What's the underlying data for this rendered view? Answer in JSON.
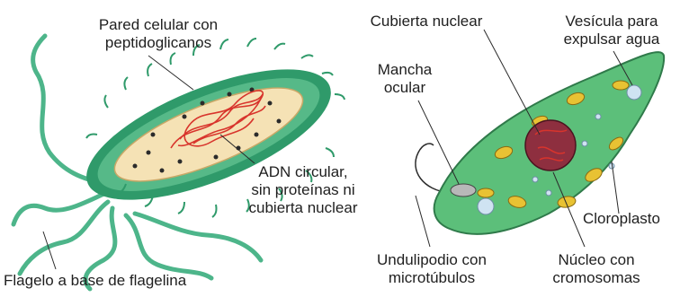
{
  "colors": {
    "flagella": "#4db58a",
    "cell_wall": "#2f9a6a",
    "cytoplasm": "#f5e2b5",
    "dna": "#d8342c",
    "euglena_body": "#5cbf7a",
    "chloroplast": "#e8c233",
    "nucleus": "#8e2f3f",
    "vacuole": "#cfe3f2"
  },
  "labels": {
    "pared_line1": "Pared celular con",
    "pared_line2": "peptidoglicanos",
    "adn_line1": "ADN circular,",
    "adn_line2": "sin proteínas ni",
    "adn_line3": "cubierta nuclear",
    "flagelo": "Flagelo a base de flagelina",
    "cubierta": "Cubierta nuclear",
    "vesicula_line1": "Vesícula para",
    "vesicula_line2": "expulsar agua",
    "mancha_line1": "Mancha",
    "mancha_line2": "ocular",
    "cloroplasto": "Cloroplasto",
    "undulipodio_line1": "Undulipodio con",
    "undulipodio_line2": "microtúbulos",
    "nucleo_line1": "Núcleo con",
    "nucleo_line2": "cromosomas"
  }
}
